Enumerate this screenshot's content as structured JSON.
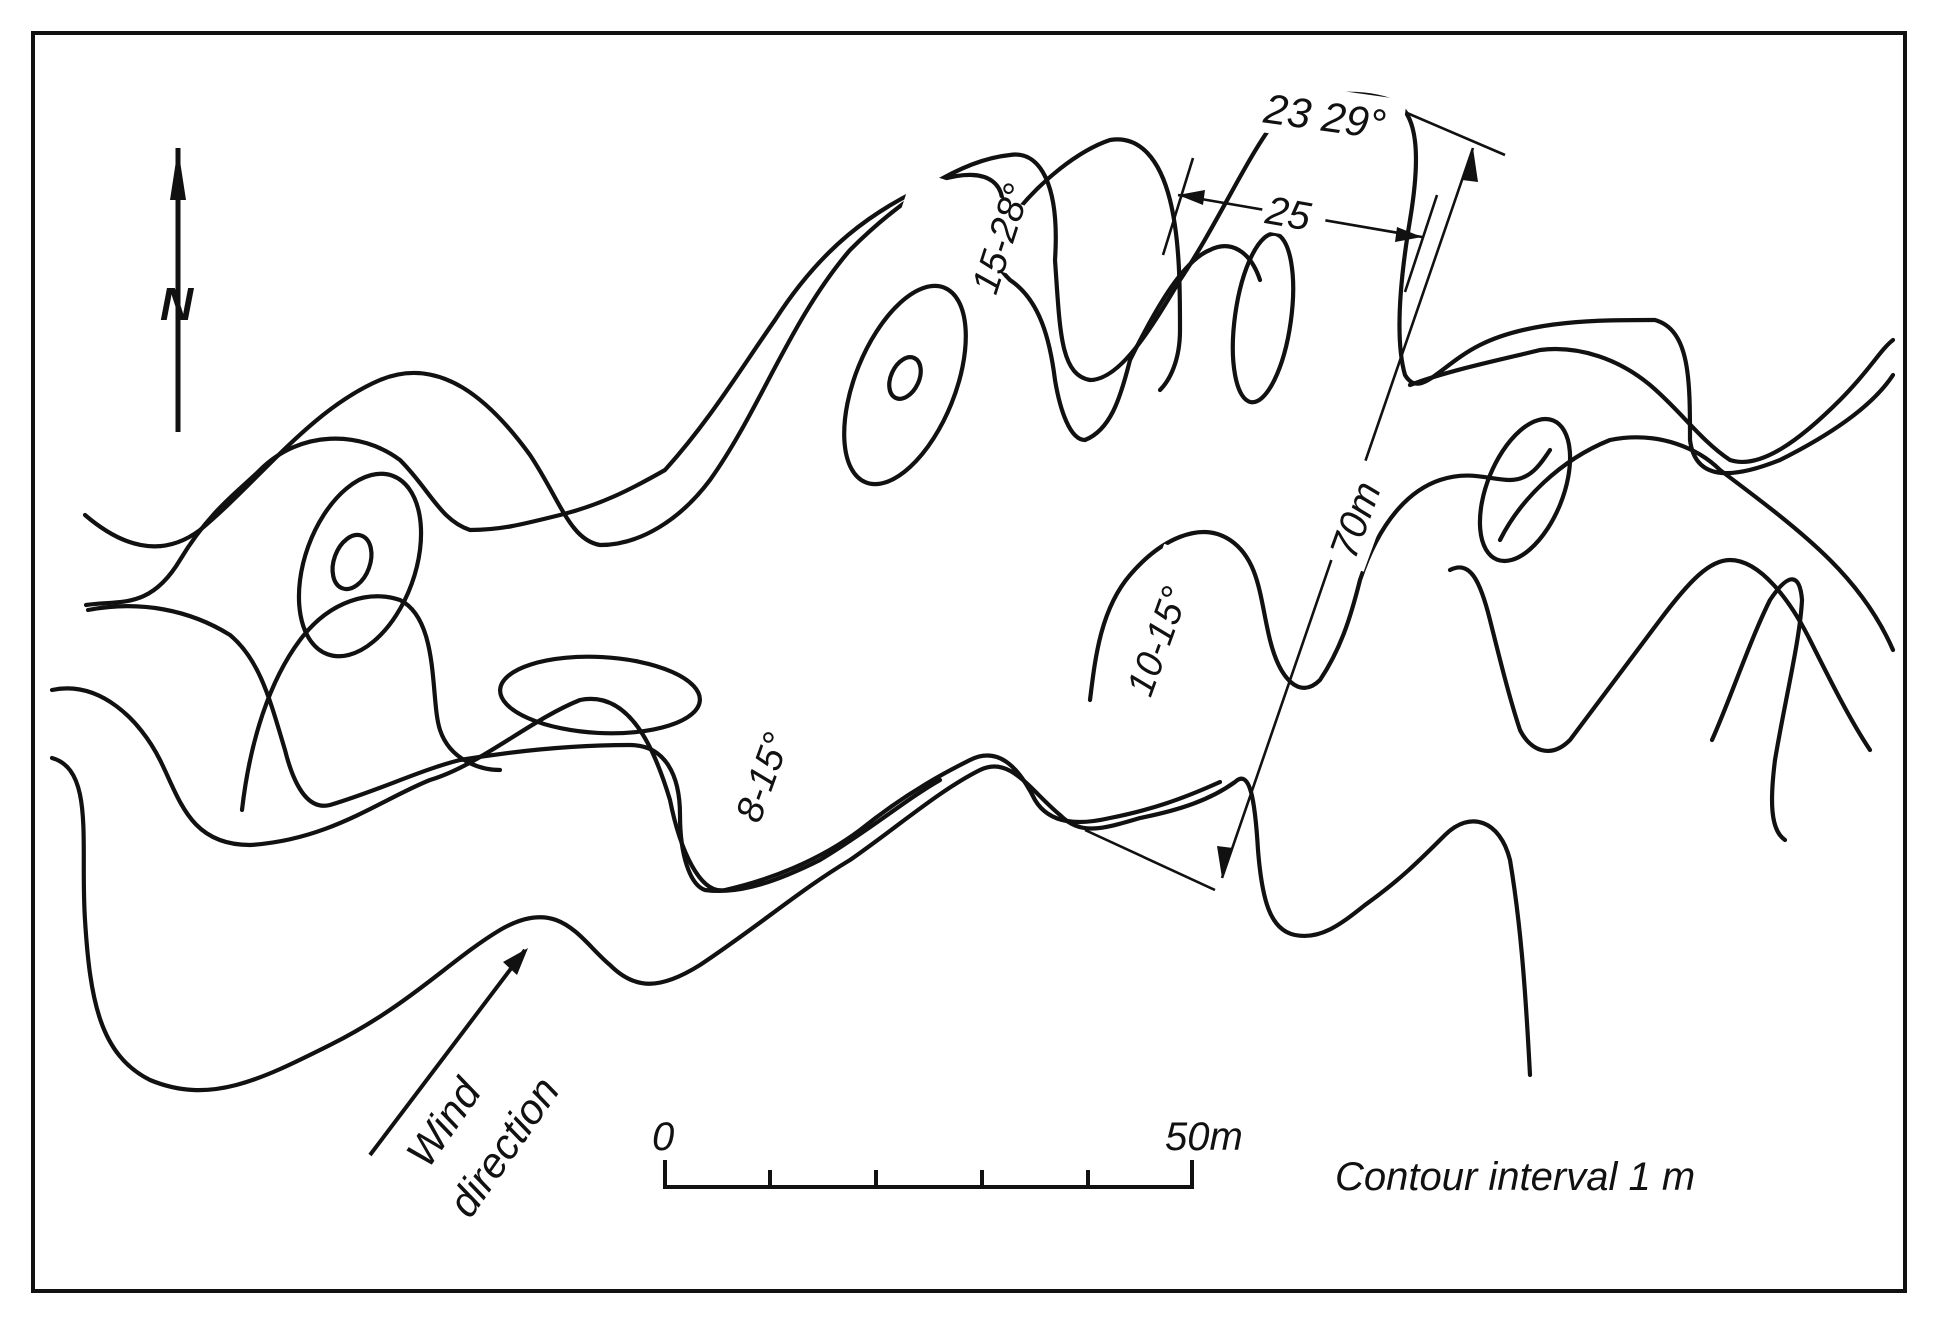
{
  "north_label": "N",
  "slope_labels": {
    "crest_a": "15-28°",
    "crest_b": "23 29°",
    "crest_b_width": "25",
    "trough_a": "8-15°",
    "trough_b": "10-15°"
  },
  "dune_length_label": "70m",
  "wind": {
    "line1": "Wind",
    "line2": "direction"
  },
  "scale": {
    "start": "0",
    "end": "50m"
  },
  "contour_interval": "Contour interval 1 m"
}
